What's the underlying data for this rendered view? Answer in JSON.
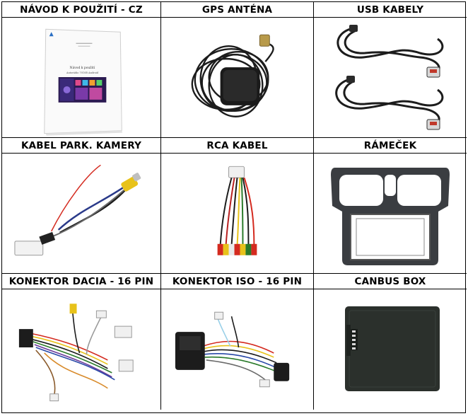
{
  "headers": {
    "manual": "NÁVOD K POUŽITÍ - CZ",
    "gps": "GPS ANTÉNA",
    "usb": "USB KABELY",
    "camera": "KABEL PARK. KAMERY",
    "rca": "RCA KABEL",
    "frame": "RÁMEČEK",
    "dacia": "KONEKTOR DACIA - 16 PIN",
    "iso": "KONEKTOR ISO - 16 PIN",
    "canbus": "CANBUS BOX"
  },
  "manual_doc": {
    "title": "Návod k použití",
    "subtitle": "Autorádio 7010B Android"
  },
  "colors": {
    "cable": "#1c1c1c",
    "red_wire": "#d42a1f",
    "yellow_plug": "#e8c21a",
    "frame_gray": "#3a3d41",
    "canbus_green": "#2b302c"
  }
}
